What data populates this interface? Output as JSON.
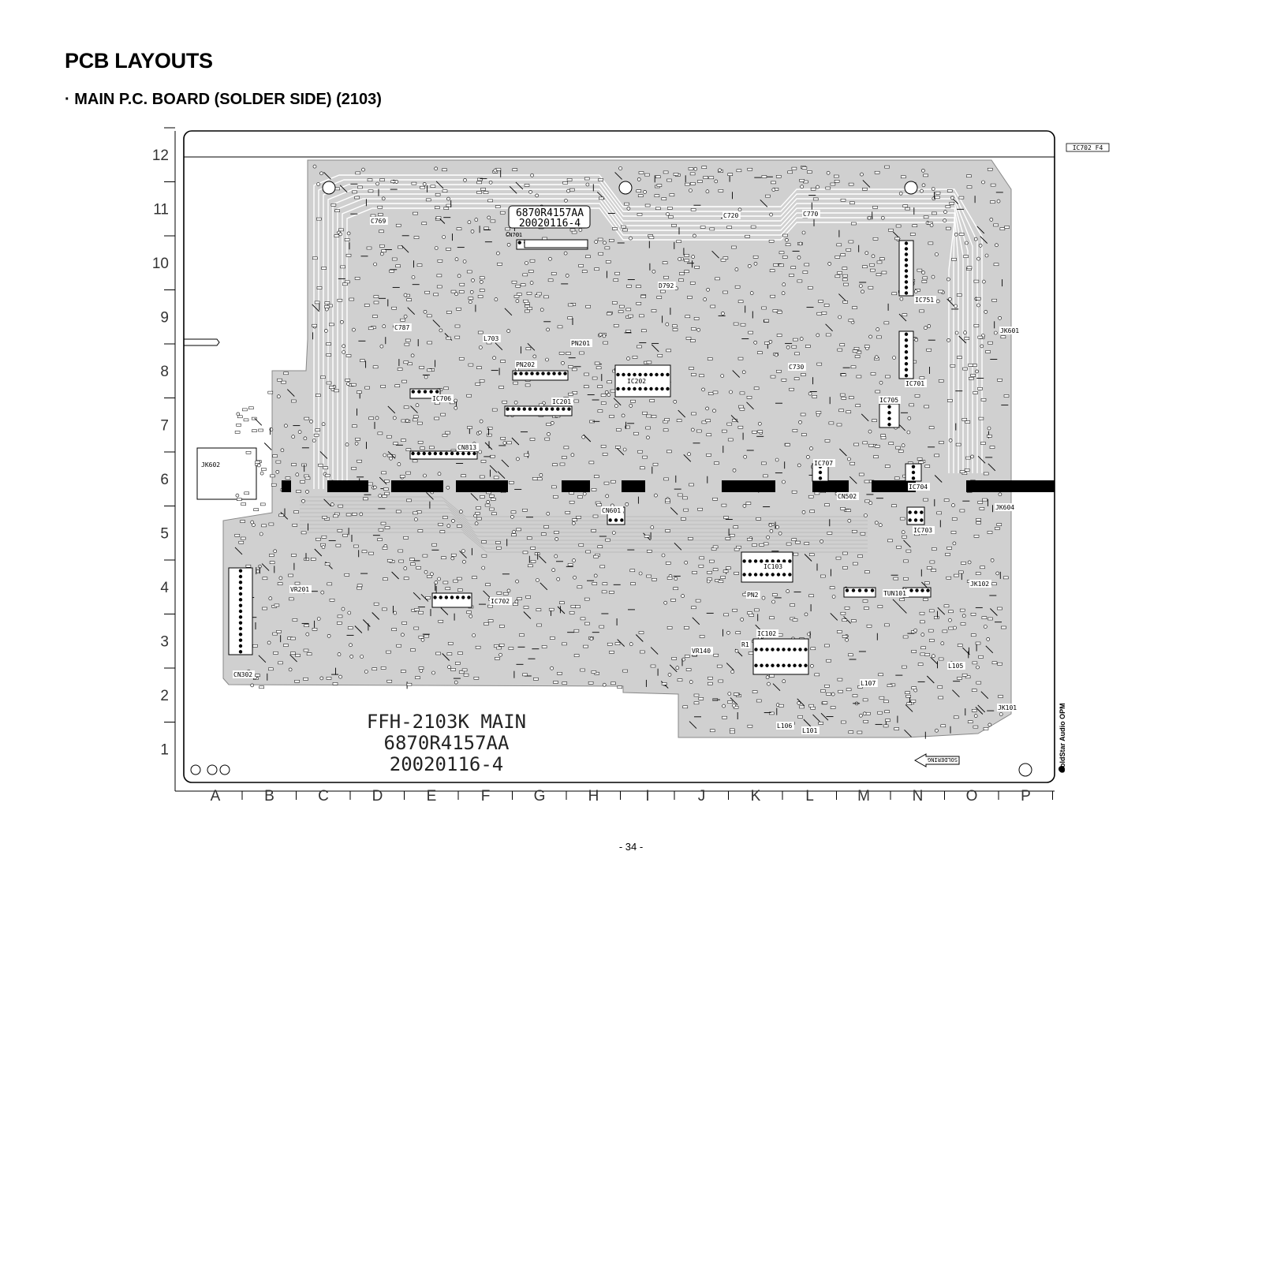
{
  "heading": "PCB LAYOUTS",
  "subheading": "· MAIN P.C. BOARD (SOLDER SIDE) (2103)",
  "page_number": "- 34 -",
  "colors": {
    "copper": "#d0d0d0",
    "trace": "#a8a8a8",
    "ink": "#000000",
    "board": "#ffffff"
  },
  "grid": {
    "rows": [
      "12",
      "11",
      "10",
      "9",
      "8",
      "7",
      "6",
      "5",
      "4",
      "3",
      "2",
      "1"
    ],
    "columns": [
      "A",
      "B",
      "C",
      "D",
      "E",
      "F",
      "G",
      "H",
      "I",
      "J",
      "K",
      "L",
      "M",
      "N",
      "O",
      "P"
    ]
  },
  "callout": "IC702   F4",
  "board_id": {
    "part": "6870R4157AA",
    "date": "20020116-4",
    "connector": "CN701"
  },
  "board_marking": {
    "line1": "FFH-2103K MAIN",
    "line2": "6870R4157AA",
    "line3": "20020116-4"
  },
  "soldering_arrow": "SOLDERING",
  "vendor": "GoldStar Audio OPM",
  "components": [
    {
      "ref": "C769"
    },
    {
      "ref": "C720"
    },
    {
      "ref": "C770"
    },
    {
      "ref": "D792"
    },
    {
      "ref": "C787"
    },
    {
      "ref": "L703"
    },
    {
      "ref": "PN202"
    },
    {
      "ref": "PN201"
    },
    {
      "ref": "IC202"
    },
    {
      "ref": "IC201"
    },
    {
      "ref": "IC706"
    },
    {
      "ref": "CN813"
    },
    {
      "ref": "JK602"
    },
    {
      "ref": "C730"
    },
    {
      "ref": "IC751"
    },
    {
      "ref": "IC701"
    },
    {
      "ref": "JK601"
    },
    {
      "ref": "IC705"
    },
    {
      "ref": "IC707"
    },
    {
      "ref": "IC704"
    },
    {
      "ref": "CN502"
    },
    {
      "ref": "JK604"
    },
    {
      "ref": "IC703"
    },
    {
      "ref": "CN601"
    },
    {
      "ref": "IC103"
    },
    {
      "ref": "IC702"
    },
    {
      "ref": "VR201"
    },
    {
      "ref": "CN302"
    },
    {
      "ref": "TUN101"
    },
    {
      "ref": "JK102"
    },
    {
      "ref": "IC102"
    },
    {
      "ref": "L105"
    },
    {
      "ref": "L107"
    },
    {
      "ref": "VR140"
    },
    {
      "ref": "L106"
    },
    {
      "ref": "L101"
    },
    {
      "ref": "JK101"
    },
    {
      "ref": "PN2"
    },
    {
      "ref": "R1"
    }
  ]
}
